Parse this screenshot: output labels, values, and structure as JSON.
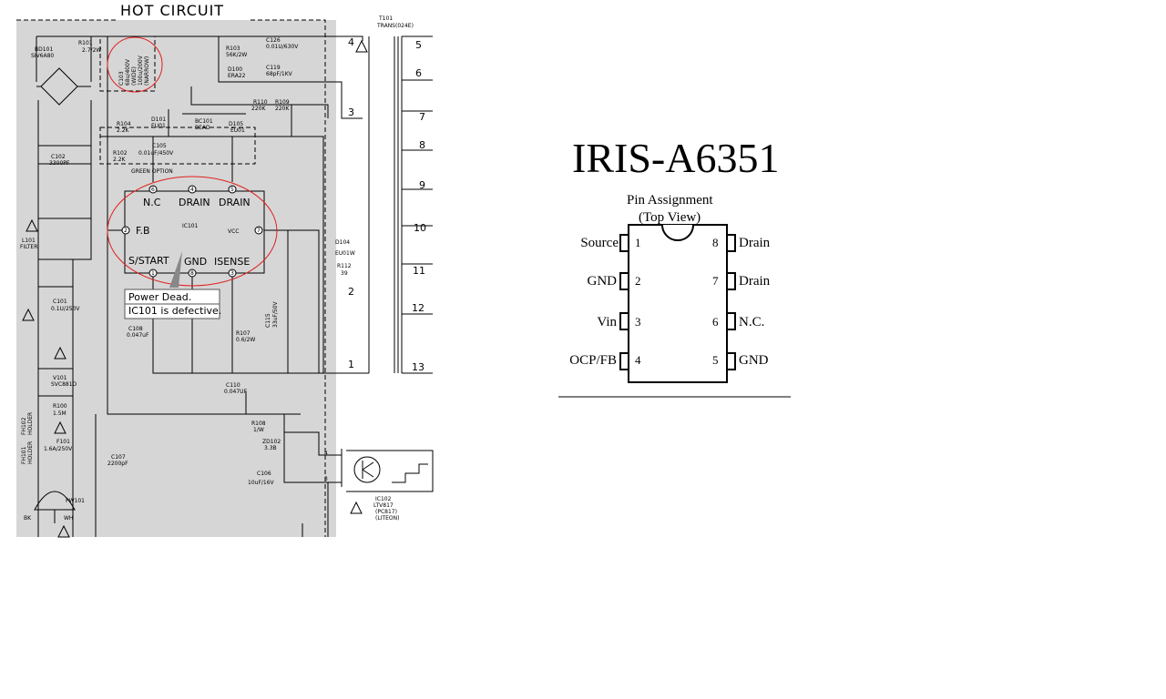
{
  "schematic": {
    "title": "HOT CIRCUIT",
    "transformer": [
      "T101",
      "TRANS(024E)"
    ],
    "green_option": "GREEN OPTION",
    "ic": {
      "name": "IC101",
      "top_pins": [
        {
          "num": "6",
          "label": "N.C"
        },
        {
          "num": "4",
          "label": "DRAIN"
        },
        {
          "num": "5",
          "label": "DRAIN"
        }
      ],
      "left_pin": {
        "num": "2",
        "label": "F.B"
      },
      "right_pin": {
        "num": "7",
        "label": "VCC"
      },
      "bottom_pins": [
        {
          "num": "1",
          "label": "S/START"
        },
        {
          "num": "8",
          "label": "GND"
        },
        {
          "num": "3",
          "label": "ISENSE"
        }
      ]
    },
    "note_lines": [
      "Power Dead.",
      "IC101  is defective."
    ],
    "transformer_pins_left": [
      "4",
      "3",
      "2",
      "1"
    ],
    "transformer_pins_right": [
      "5",
      "6",
      "7",
      "8",
      "9",
      "10",
      "11",
      "12",
      "13"
    ],
    "opto_pins": [
      "4",
      "3"
    ],
    "labels": {
      "bd101": "BD101",
      "bd101_val": "SIV6A80",
      "r101": "R101",
      "r101_val": "2.7/2W",
      "c103_ref": "C103",
      "c103_a": "68u/400V",
      "c103_b": "(WIDE)",
      "c103_c": "100u/200V",
      "c103_d": "(NARROW)",
      "r103": "R103",
      "r103_val": "56K/2W",
      "c126": "C126",
      "c126_val": "0.01U/630V",
      "d100": "D100",
      "d100_val": "ERA22",
      "c119": "C119",
      "c119_val": "68pF/1KV",
      "r110": "R110",
      "r110_val": "220K",
      "r109": "R109",
      "r109_val": "220K",
      "r104": "R104",
      "r104_val": "2.2K",
      "d101": "D101",
      "d101_val": "EU01",
      "bc101": "BC101",
      "bc101_val": "BEAD",
      "d105": "D105",
      "d105_val": "EU01",
      "r102": "R102",
      "r102_val": "2.2K",
      "c105": "C105",
      "c105_val": "0.01uF/450V",
      "c102": "C102",
      "c102_val": "3300PF",
      "l101": "L101",
      "l101_val": "FILTER",
      "d104": "D104",
      "d104_val": "EU01W",
      "r112": "R112",
      "r112_val": "39",
      "c101": "C101",
      "c101_val": "0.1U/250V",
      "c115": "C115",
      "c115_val": "33uF/50V",
      "c108": "C108",
      "c108_val": "0.047uF",
      "r107": "R107",
      "r107_val": "0.6/2W",
      "v101": "V101",
      "v101_val": "SVC881D",
      "c110": "C110",
      "c110_val": "0.047UF",
      "r100": "R100",
      "r100_val": "1.5M",
      "r108": "R108",
      "r108_val": "1/W",
      "fh102": "FH102",
      "holder2": "HOLDER",
      "f101": "F101",
      "f101_val": "1.6A/250V",
      "zd102": "ZD102",
      "zd102_val": "3.3B",
      "fh101": "FH101",
      "holder1": "HOLDER",
      "c107": "C107",
      "c107_val": "2200pF",
      "c106": "C106",
      "c106_val": "10uF/16V",
      "ic102": "IC102",
      "ic102_a": "LTV817",
      "ic102_b": "(PC817)",
      "ic102_c": "(LITEON)",
      "pw101": "PW101",
      "bk": "BK",
      "wh": "WH"
    }
  },
  "chip": {
    "title": "IRIS-A6351",
    "subtitle_1": "Pin Assignment",
    "subtitle_2": "(Top View)",
    "left_pins": [
      {
        "num": "1",
        "label": "Source"
      },
      {
        "num": "2",
        "label": "GND"
      },
      {
        "num": "3",
        "label": "Vin"
      },
      {
        "num": "4",
        "label": "OCP/FB"
      }
    ],
    "right_pins": [
      {
        "num": "8",
        "label": "Drain"
      },
      {
        "num": "7",
        "label": "Drain"
      },
      {
        "num": "6",
        "label": "N.C."
      },
      {
        "num": "5",
        "label": "GND"
      }
    ]
  },
  "colors": {
    "panel": "#d6d6d6",
    "highlight": "#e02020",
    "line": "#000000",
    "note_bg": "#ffffff"
  }
}
